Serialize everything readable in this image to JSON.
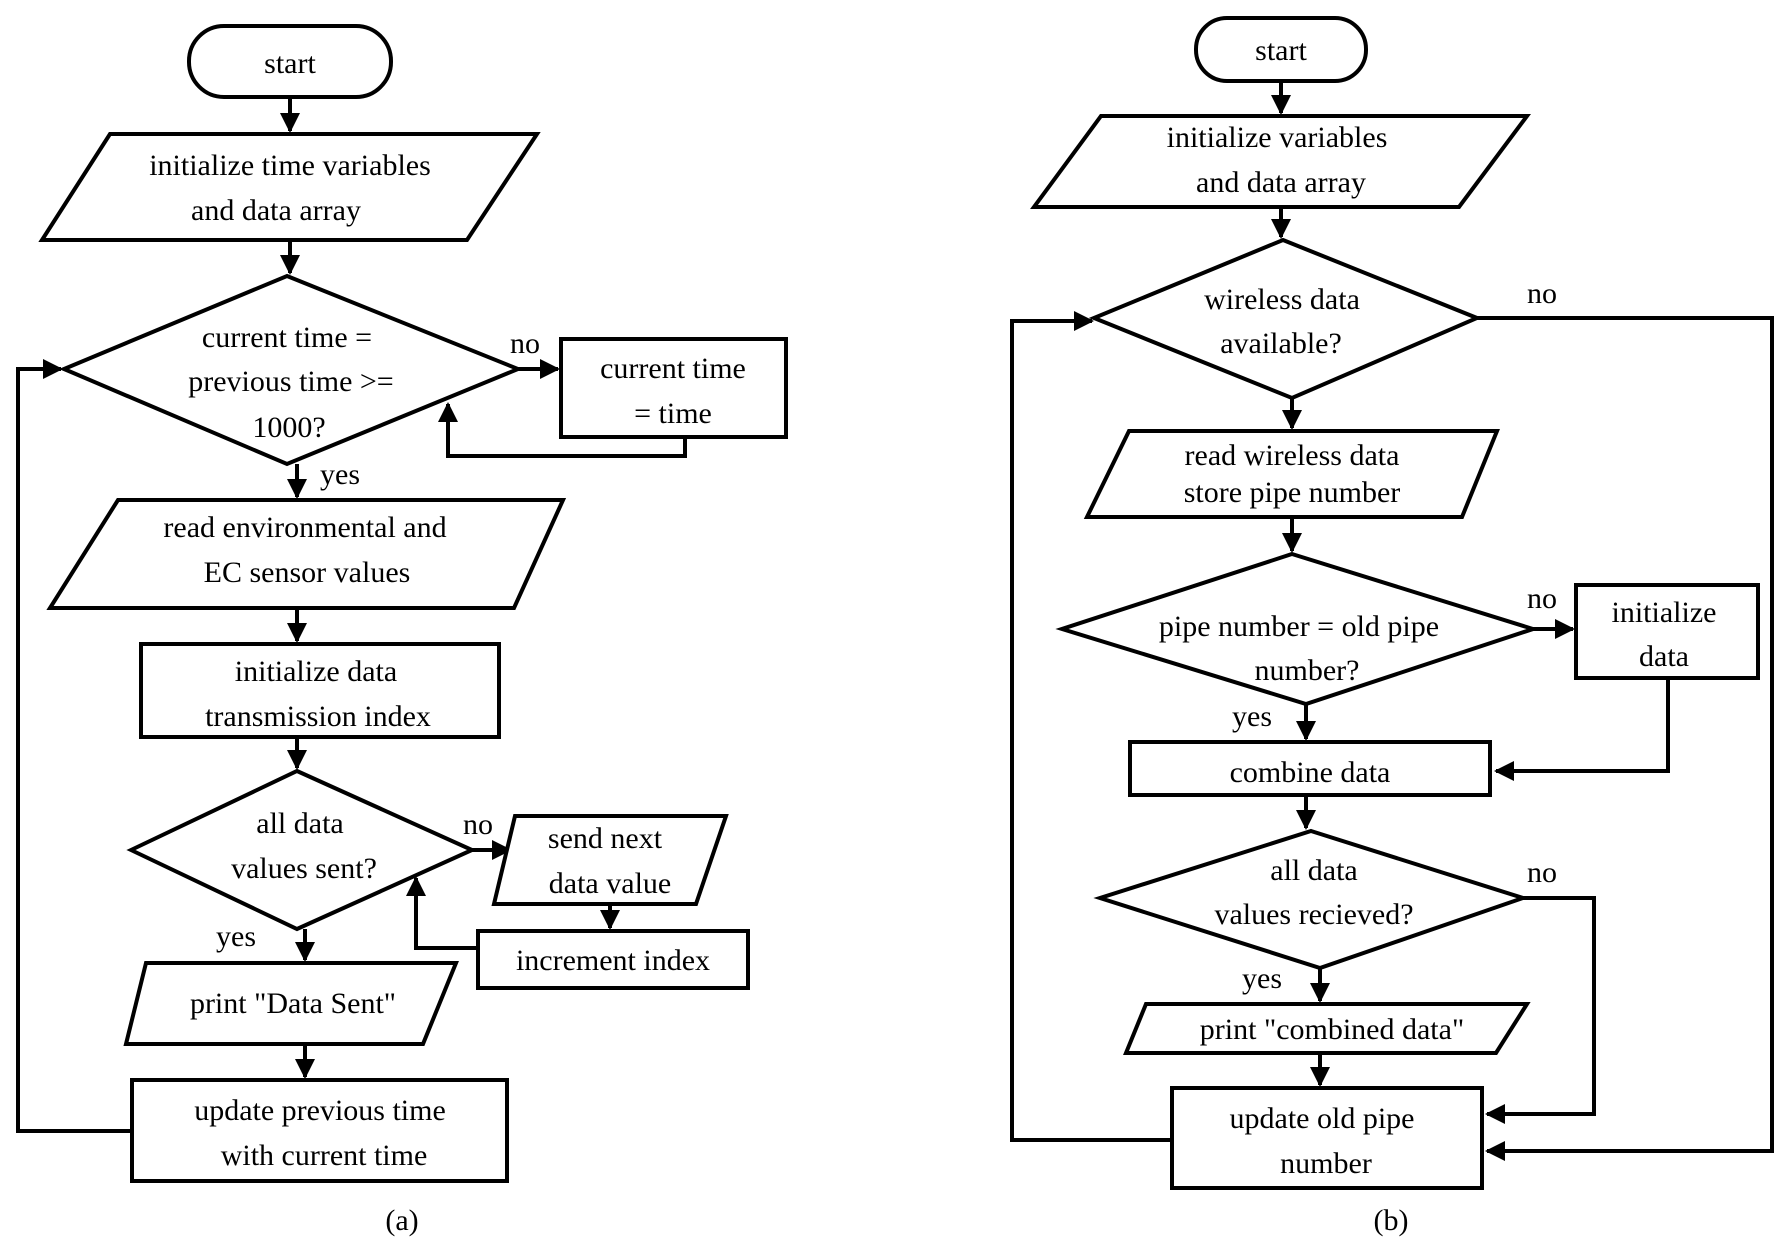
{
  "flowchart_a": {
    "caption": "(a)",
    "start": "start",
    "init": [
      "initialize time variables",
      "and data array"
    ],
    "decision_time": [
      "current time =",
      "previous time >=",
      "1000?"
    ],
    "no_time_label": "no",
    "set_time": [
      "current time",
      "= time"
    ],
    "yes_time_label": "yes",
    "read_sensors": [
      "read environmental and",
      "EC sensor values"
    ],
    "init_index": [
      "initialize data",
      "transmission index"
    ],
    "decision_sent": [
      "all data",
      "values sent?"
    ],
    "no_sent_label": "no",
    "send_next": [
      "send next",
      "data value"
    ],
    "increment": "increment index",
    "yes_sent_label": "yes",
    "print_sent": "print \"Data Sent\"",
    "update_time": [
      "update previous time",
      "with current time"
    ]
  },
  "flowchart_b": {
    "caption": "(b)",
    "start": "start",
    "init": [
      "initialize variables",
      "and data array"
    ],
    "decision_wireless": [
      "wireless data",
      "available?"
    ],
    "no_wireless_label": "no",
    "read_wireless": [
      "read wireless data",
      "store pipe number"
    ],
    "decision_pipe": [
      "pipe number = old pipe",
      "number?"
    ],
    "no_pipe_label": "no",
    "init_data": [
      "initialize",
      "data"
    ],
    "yes_pipe_label": "yes",
    "combine": "combine data",
    "decision_received": [
      "all data",
      "values recieved?"
    ],
    "no_received_label": "no",
    "yes_received_label": "yes",
    "print_combined": "print \"combined data\"",
    "update_pipe": [
      "update old pipe",
      "number"
    ]
  }
}
